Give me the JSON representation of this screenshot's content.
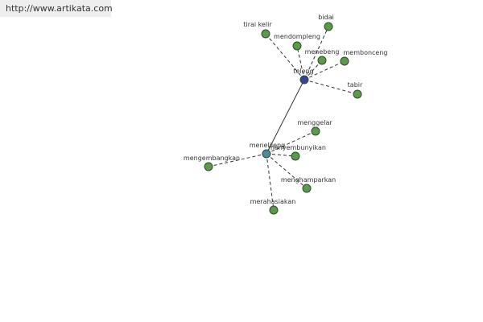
{
  "header": {
    "url_text": "http://www.artikata.com"
  },
  "colors": {
    "background": "#ffffff",
    "url_bar_bg": "#eeeeee",
    "url_text": "#333333",
    "edge": "#333333",
    "node_stroke": "#2d4d2d",
    "leaf_node": "#5a9a4a",
    "hub_teleng": "#334499",
    "hub_menelileng": "#4a8aa0",
    "label": "#333333"
  },
  "graph": {
    "nodes": [
      {
        "id": "teleng",
        "label": "teleng",
        "kind": "hub-primary"
      },
      {
        "id": "menelileng",
        "label": "menelileng",
        "kind": "hub-secondary"
      },
      {
        "id": "bidai",
        "label": "bidai",
        "kind": "leaf"
      },
      {
        "id": "tirai-kelir",
        "label": "tirai kelir",
        "kind": "leaf"
      },
      {
        "id": "mendompleng",
        "label": "mendompleng",
        "kind": "leaf"
      },
      {
        "id": "menebeng",
        "label": "menebeng",
        "kind": "leaf"
      },
      {
        "id": "membonceng",
        "label": "membonceng",
        "kind": "leaf"
      },
      {
        "id": "tabir",
        "label": "tabir",
        "kind": "leaf"
      },
      {
        "id": "menggelar",
        "label": "menggelar",
        "kind": "leaf"
      },
      {
        "id": "menyembunyikan",
        "label": "menyembunyikan",
        "kind": "leaf"
      },
      {
        "id": "mengembangkan",
        "label": "mengembangkan",
        "kind": "leaf"
      },
      {
        "id": "menghamparkan",
        "label": "menghamparkan",
        "kind": "leaf"
      },
      {
        "id": "merahasiakan",
        "label": "merahasiakan",
        "kind": "leaf"
      }
    ],
    "edges": [
      {
        "from": "teleng",
        "to": "menelileng",
        "style": "solid"
      },
      {
        "from": "teleng",
        "to": "bidai",
        "style": "dashed"
      },
      {
        "from": "teleng",
        "to": "tirai-kelir",
        "style": "dashed"
      },
      {
        "from": "teleng",
        "to": "mendompleng",
        "style": "dashed"
      },
      {
        "from": "teleng",
        "to": "menebeng",
        "style": "dashed"
      },
      {
        "from": "teleng",
        "to": "membonceng",
        "style": "dashed"
      },
      {
        "from": "teleng",
        "to": "tabir",
        "style": "dashed"
      },
      {
        "from": "menelileng",
        "to": "menggelar",
        "style": "dashed"
      },
      {
        "from": "menelileng",
        "to": "menyembunyikan",
        "style": "dashed"
      },
      {
        "from": "menelileng",
        "to": "mengembangkan",
        "style": "dashed"
      },
      {
        "from": "menelileng",
        "to": "menghamparkan",
        "style": "dashed"
      },
      {
        "from": "menelileng",
        "to": "merahasiakan",
        "style": "dashed"
      }
    ]
  }
}
